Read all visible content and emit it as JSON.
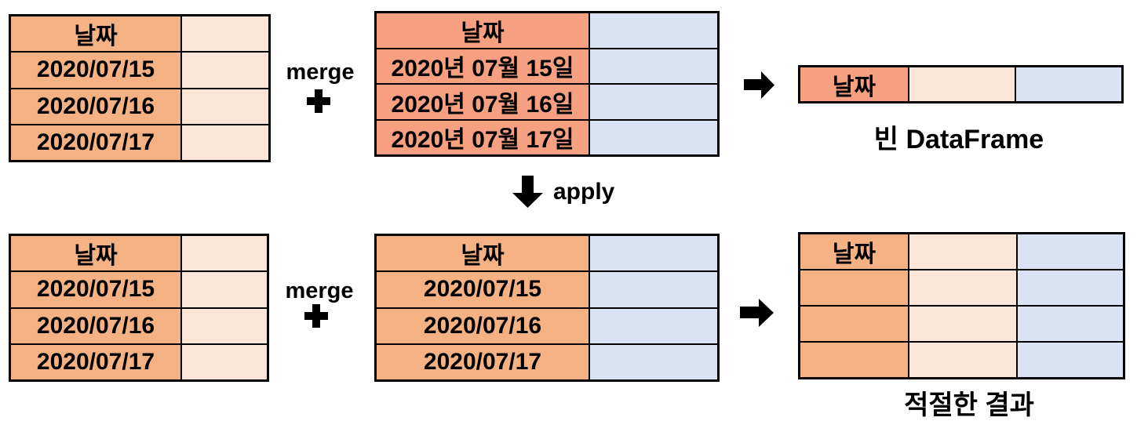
{
  "colors": {
    "column_orange": "#F4B183",
    "column_peach": "#FBE5D6",
    "column_salmon": "#F7A081",
    "column_blue": "#DAE3F3",
    "border": "#000000",
    "text": "#000000"
  },
  "labels": {
    "merge_top": "merge",
    "merge_bottom": "merge",
    "apply": "apply",
    "caption_top": "빈 DataFrame",
    "caption_bottom": "적절한 결과"
  },
  "icons": {
    "plus_top": "plus-icon",
    "plus_bottom": "plus-icon",
    "arrow_right_top": "arrow-right-icon",
    "arrow_right_bottom": "arrow-right-icon",
    "arrow_down": "arrow-down-icon"
  },
  "tables": {
    "top_left": {
      "header": "날짜",
      "rows": [
        "2020/07/15",
        "2020/07/16",
        "2020/07/17"
      ]
    },
    "top_middle": {
      "header": "날짜",
      "rows": [
        "2020년 07월 15일",
        "2020년 07월 16일",
        "2020년 07월 17일"
      ]
    },
    "top_right": {
      "header": "날짜"
    },
    "bottom_left": {
      "header": "날짜",
      "rows": [
        "2020/07/15",
        "2020/07/16",
        "2020/07/17"
      ]
    },
    "bottom_middle": {
      "header": "날짜",
      "rows": [
        "2020/07/15",
        "2020/07/16",
        "2020/07/17"
      ]
    },
    "bottom_right": {
      "header": "날짜"
    }
  }
}
